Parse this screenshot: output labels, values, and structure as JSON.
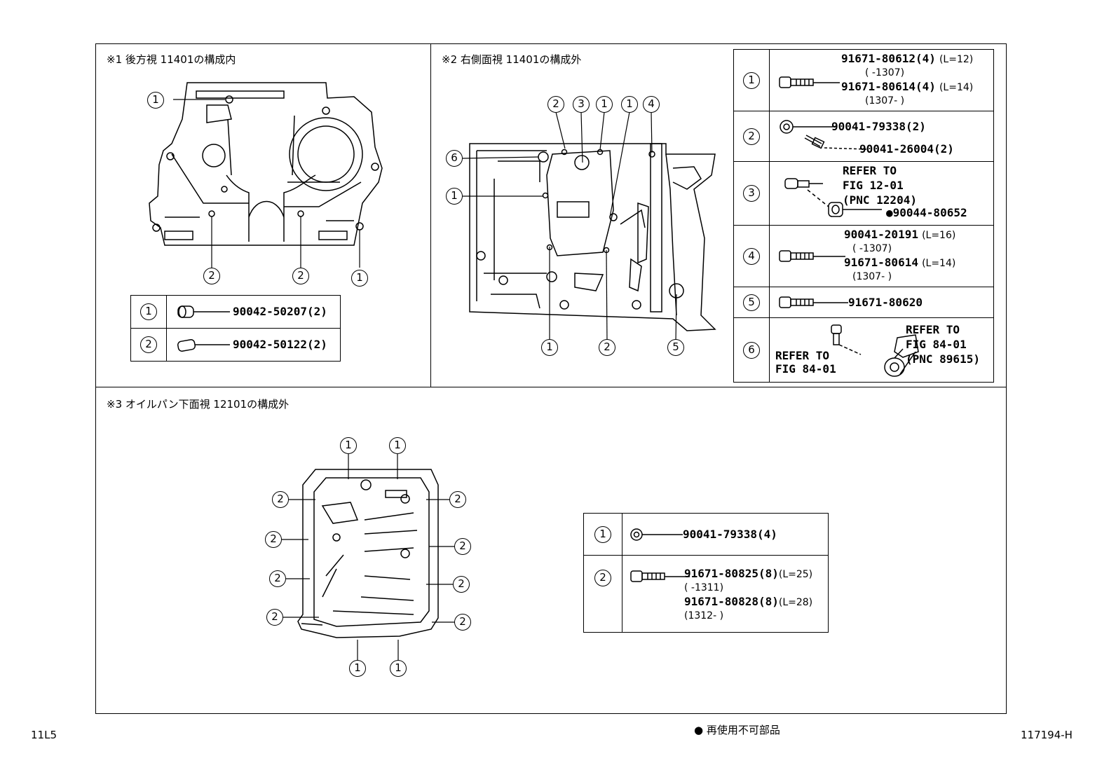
{
  "panel1": {
    "caption": "※1 後方視 11401の構成内",
    "callouts": [
      "1",
      "2",
      "2",
      "1"
    ],
    "parts": [
      {
        "no": "1",
        "part": "90042-50207(2)"
      },
      {
        "no": "2",
        "part": "90042-50122(2)"
      }
    ]
  },
  "panel2": {
    "caption": "※2 右側面視 11401の構成外",
    "callouts_top": [
      "2",
      "3",
      "1",
      "1",
      "4"
    ],
    "callouts_left": [
      "6",
      "1"
    ],
    "callouts_bottom": [
      "1",
      "2",
      "5"
    ],
    "parts": [
      {
        "no": "1",
        "lines": [
          {
            "part": "91671-80612(4)",
            "note": "(L=12)"
          },
          {
            "range": "(      -1307)"
          },
          {
            "part": "91671-80614(4)",
            "note": "(L=14)"
          },
          {
            "range": "(1307-      )"
          }
        ]
      },
      {
        "no": "2",
        "lines": [
          {
            "part": "90041-79338(2)"
          },
          {
            "part": "90041-26004(2)"
          }
        ]
      },
      {
        "no": "3",
        "refer": [
          "REFER TO",
          "FIG 12-01",
          "(PNC 12204)"
        ],
        "part": "●90044-80652"
      },
      {
        "no": "4",
        "lines": [
          {
            "part": "90041-20191",
            "note": "(L=16)"
          },
          {
            "range": "(      -1307)"
          },
          {
            "part": "91671-80614",
            "note": "(L=14)"
          },
          {
            "range": "(1307-      )"
          }
        ]
      },
      {
        "no": "5",
        "part": "91671-80620"
      },
      {
        "no": "6",
        "refer_left": [
          "REFER TO",
          "FIG 84-01"
        ],
        "refer_right": [
          "REFER TO",
          "FIG 84-01",
          "(PNC 89615)"
        ]
      }
    ]
  },
  "panel3": {
    "caption": "※3 オイルパン下面視 12101の構成外",
    "callouts": [
      "1",
      "1",
      "2",
      "2",
      "2",
      "2",
      "2",
      "2",
      "2",
      "2",
      "1",
      "1"
    ],
    "parts": [
      {
        "no": "1",
        "lines": [
          {
            "part": "90041-79338(4)"
          }
        ]
      },
      {
        "no": "2",
        "lines": [
          {
            "part": "91671-80825(8)",
            "note": "(L=25)"
          },
          {
            "range": "(      -1311)"
          },
          {
            "part": "91671-80828(8)",
            "note": "(L=28)"
          },
          {
            "range": "(1312-      )"
          }
        ]
      }
    ]
  },
  "footer": {
    "left_code": "11L5",
    "legend": "● 再使用不可部品",
    "right_code": "117194-H"
  }
}
